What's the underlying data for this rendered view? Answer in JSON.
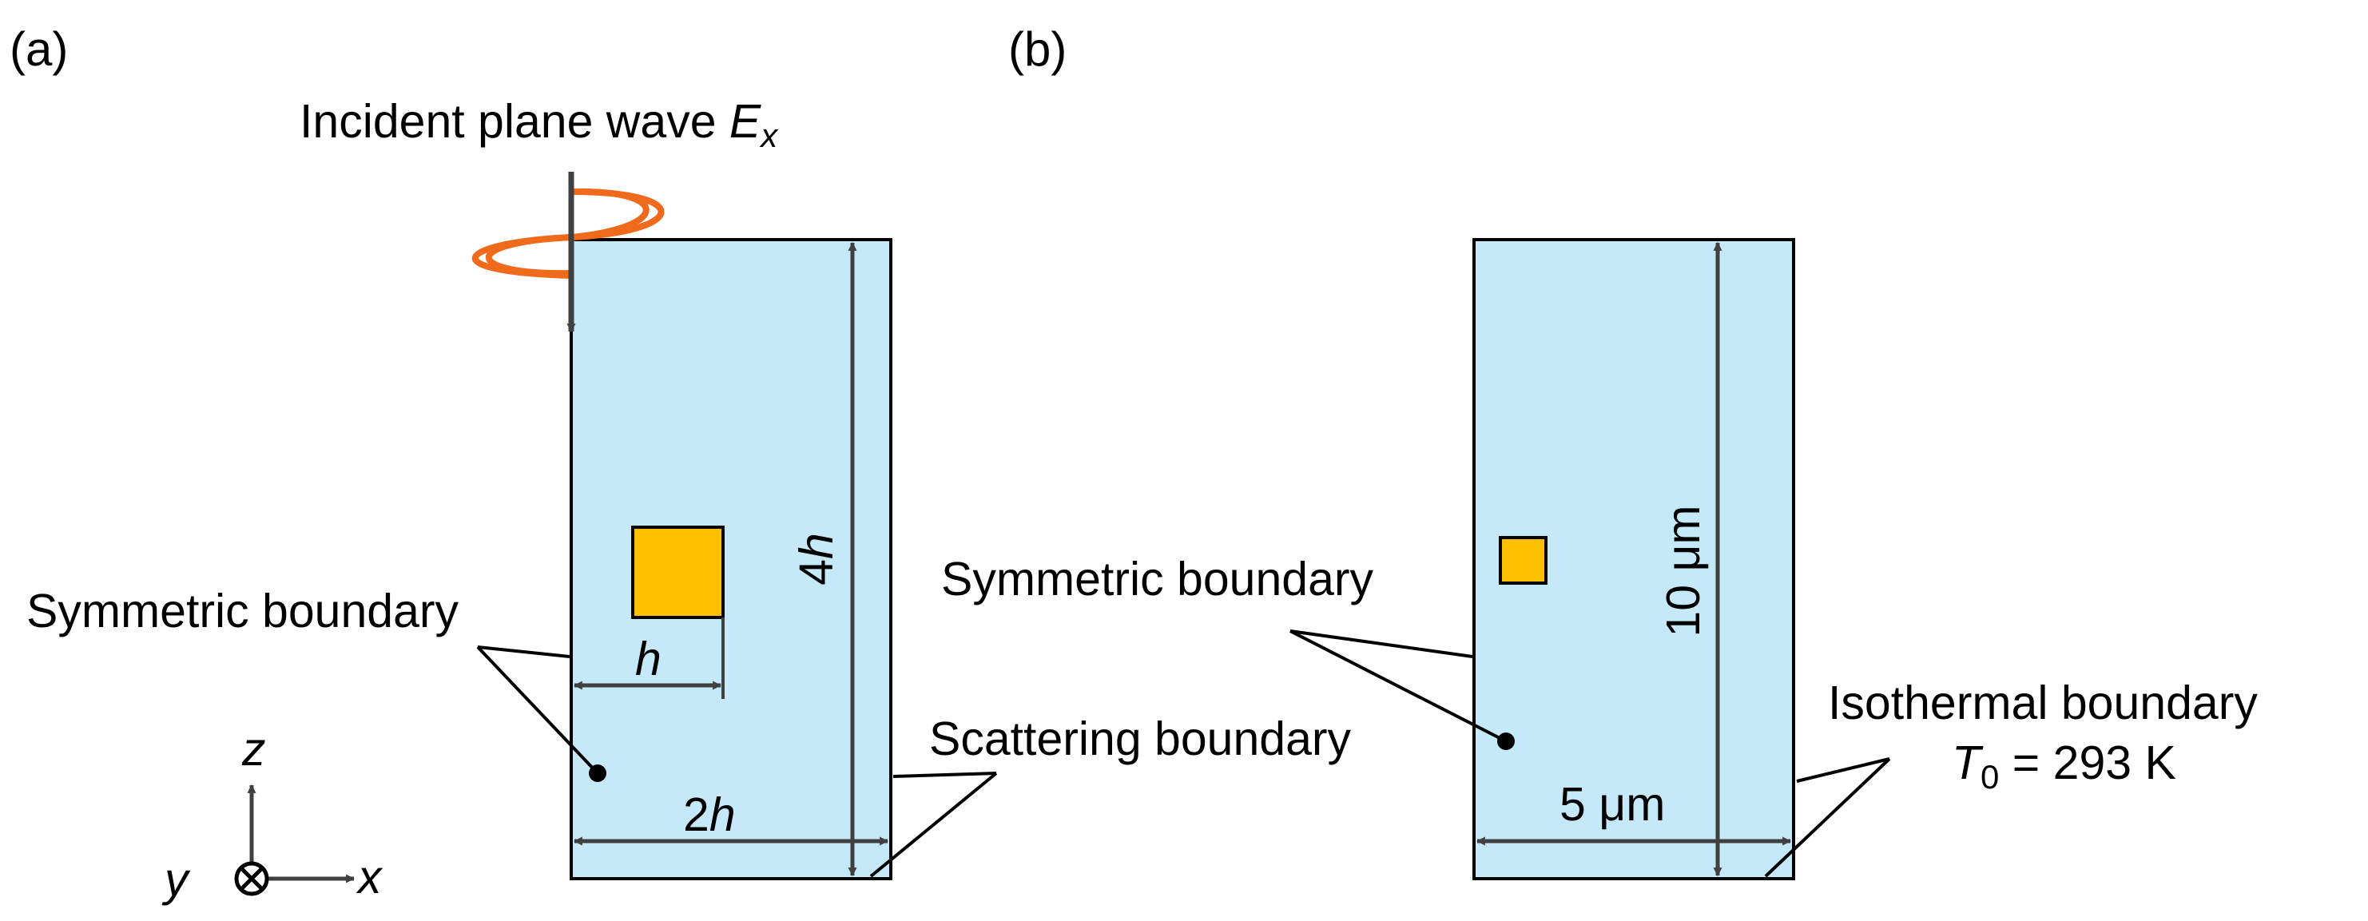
{
  "panel_a": {
    "panel_label": "(a)",
    "incident_wave": {
      "text": "Incident plane wave ",
      "symbol": "E",
      "subscript": "x"
    },
    "symmetric_boundary": "Symmetric boundary",
    "scattering_boundary": "Scattering boundary",
    "height_label": {
      "coefficient": "4",
      "var": "h"
    },
    "width_label": {
      "coefficient": "2",
      "var": "h"
    },
    "square_label": {
      "var": "h"
    },
    "axes": {
      "x": "x",
      "y": "y",
      "z": "z"
    }
  },
  "panel_b": {
    "panel_label": "(b)",
    "symmetric_boundary": "Symmetric boundary",
    "height_label": "10 μm",
    "width_label": "5 μm",
    "isothermal_boundary": "Isothermal boundary",
    "temperature": {
      "symbol": "T",
      "subscript": "0",
      "value": " = 293 K"
    }
  },
  "colors": {
    "domain_fill": "#c5e9f8",
    "particle_fill": "#fdbf00",
    "wave": "#f06a1c",
    "arrow": "#404040"
  }
}
